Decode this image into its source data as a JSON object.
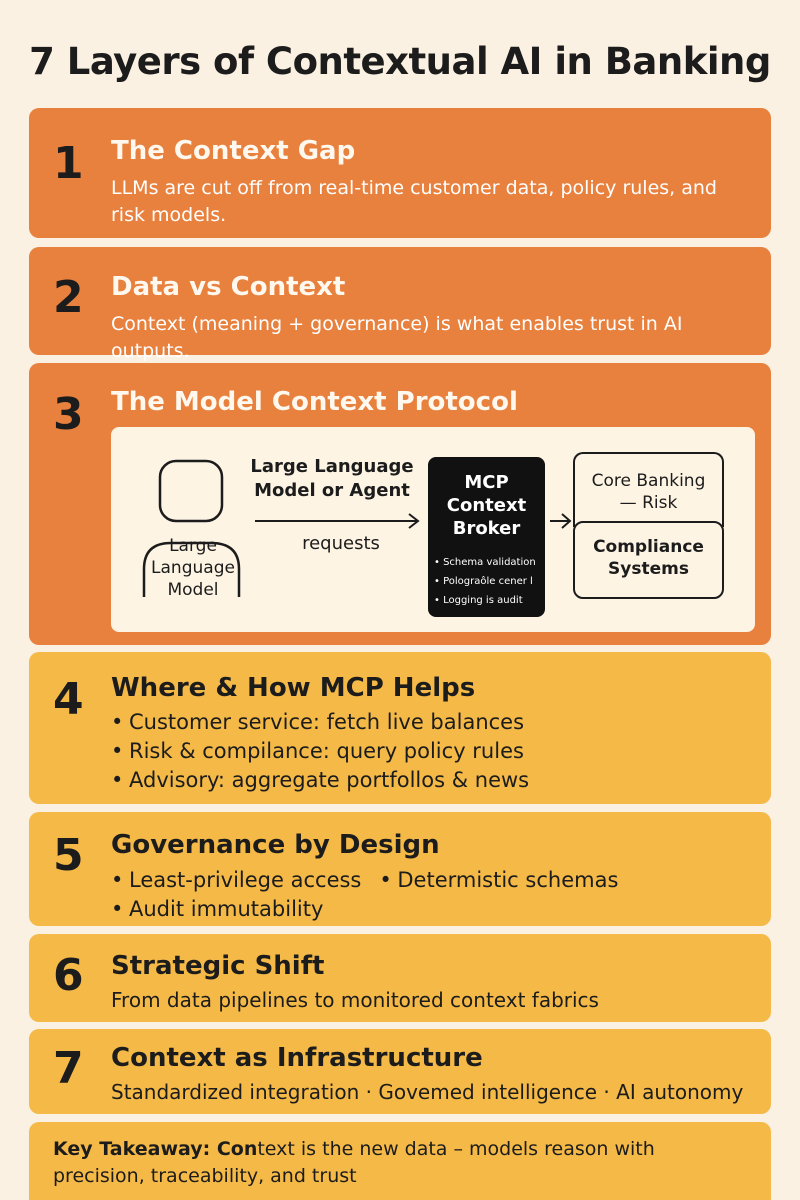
{
  "title": "7 Layers of Contextual AI in Banking",
  "colors": {
    "orange": "#e8803e",
    "amber": "#f4b947",
    "background": "#fbf1e2"
  },
  "layers": [
    {
      "number": "1",
      "heading": "The Context Gap",
      "text": "LLMs are cut off from real-time customer data, policy rules, and risk models."
    },
    {
      "number": "2",
      "heading": "Data vs Context",
      "text": "Context (meaning + governance) is what enables trust in AI outputs."
    },
    {
      "number": "3",
      "heading": "The Model Context Protocol"
    },
    {
      "number": "4",
      "heading": "Where & How MCP Helps",
      "bullets": [
        "Customer service: fetch live balances",
        "Risk & compilance: query policy rules",
        "Advisory: aggregate portfollos & news"
      ]
    },
    {
      "number": "5",
      "heading": "Governance by Design",
      "bullets": [
        "Least-privilege access",
        "Determistic schemas",
        "Audit immutability"
      ]
    },
    {
      "number": "6",
      "heading": "Strategic Shift",
      "text": "From data pipelines to monitored context  fabrics"
    },
    {
      "number": "7",
      "heading": "Context as Infrastructure",
      "text": "Standardized integration · Govemed intelligence · AI autonomy"
    }
  ],
  "diagram": {
    "user_label": "Large Language Model",
    "agent_label": "Large Language Model or Agent",
    "arrow_label": "requests",
    "broker_title": "MCP Context Broker",
    "broker_items": [
      "Schema validation",
      "Polograôle cener l",
      "Logging is audit"
    ],
    "system_top": "Core Banking — Risk",
    "system_bottom": "Compliance Systems",
    "icons": [
      "user-icon",
      "arrow-right-icon"
    ]
  },
  "takeaway": {
    "label": "Key Takeaway:",
    "label_cont": " Con",
    "text": "text is the new data – models reason with precision, traceability, and trust"
  }
}
